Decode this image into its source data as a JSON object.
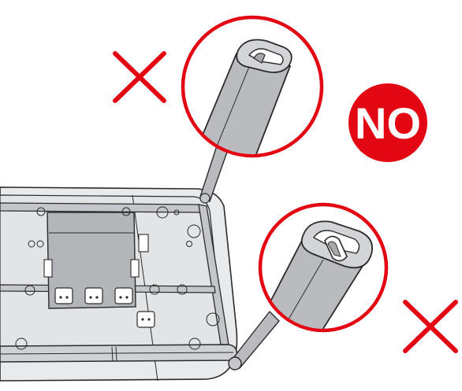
{
  "badge": {
    "text": "NO",
    "color": "#e30613"
  },
  "marks": {
    "cross_color": "#e30613",
    "cross_count": 2
  },
  "illustration": {
    "subject": "table-frame-underside",
    "detail_circles": 2,
    "outline_color": "#2b2b2b",
    "table_fill": "#e9eaec",
    "frame_fill": "#c4c6c9",
    "plate_fill": "#b3b5b8"
  }
}
